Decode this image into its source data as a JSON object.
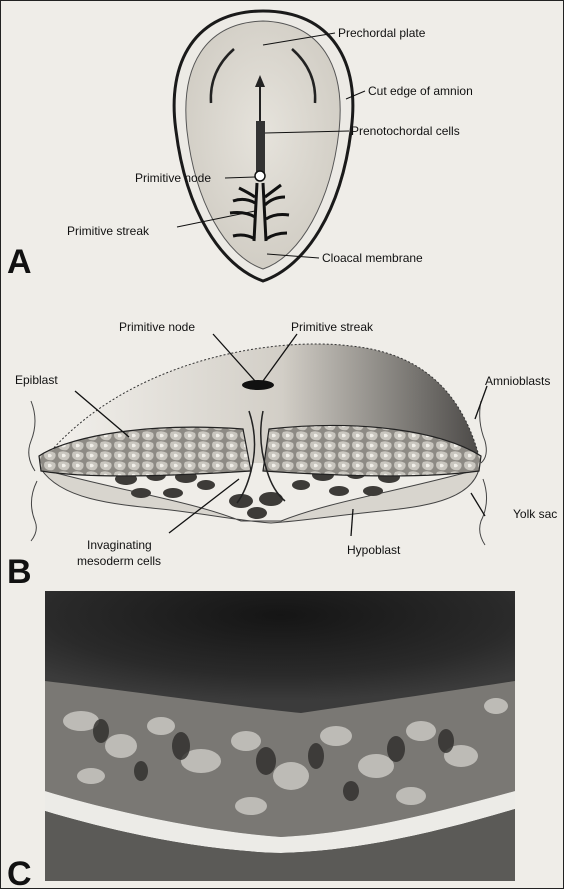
{
  "panels": {
    "a": {
      "letter": "A",
      "labels": {
        "prechordal_plate": "Prechordal plate",
        "cut_edge_amnion": "Cut edge of amnion",
        "prenotochordal_cells": "Prenotochordal cells",
        "primitive_node": "Primitive node",
        "primitive_streak": "Primitive streak",
        "cloacal_membrane": "Cloacal membrane"
      }
    },
    "b": {
      "letter": "B",
      "labels": {
        "primitive_node": "Primitive node",
        "primitive_streak": "Primitive streak",
        "epiblast": "Epiblast",
        "amnioblasts": "Amnioblasts",
        "yolk_sac": "Yolk sac",
        "hypoblast": "Hypoblast",
        "invaginating_1": "Invaginating",
        "invaginating_2": "mesoderm cells"
      }
    },
    "c": {
      "letter": "C"
    }
  }
}
